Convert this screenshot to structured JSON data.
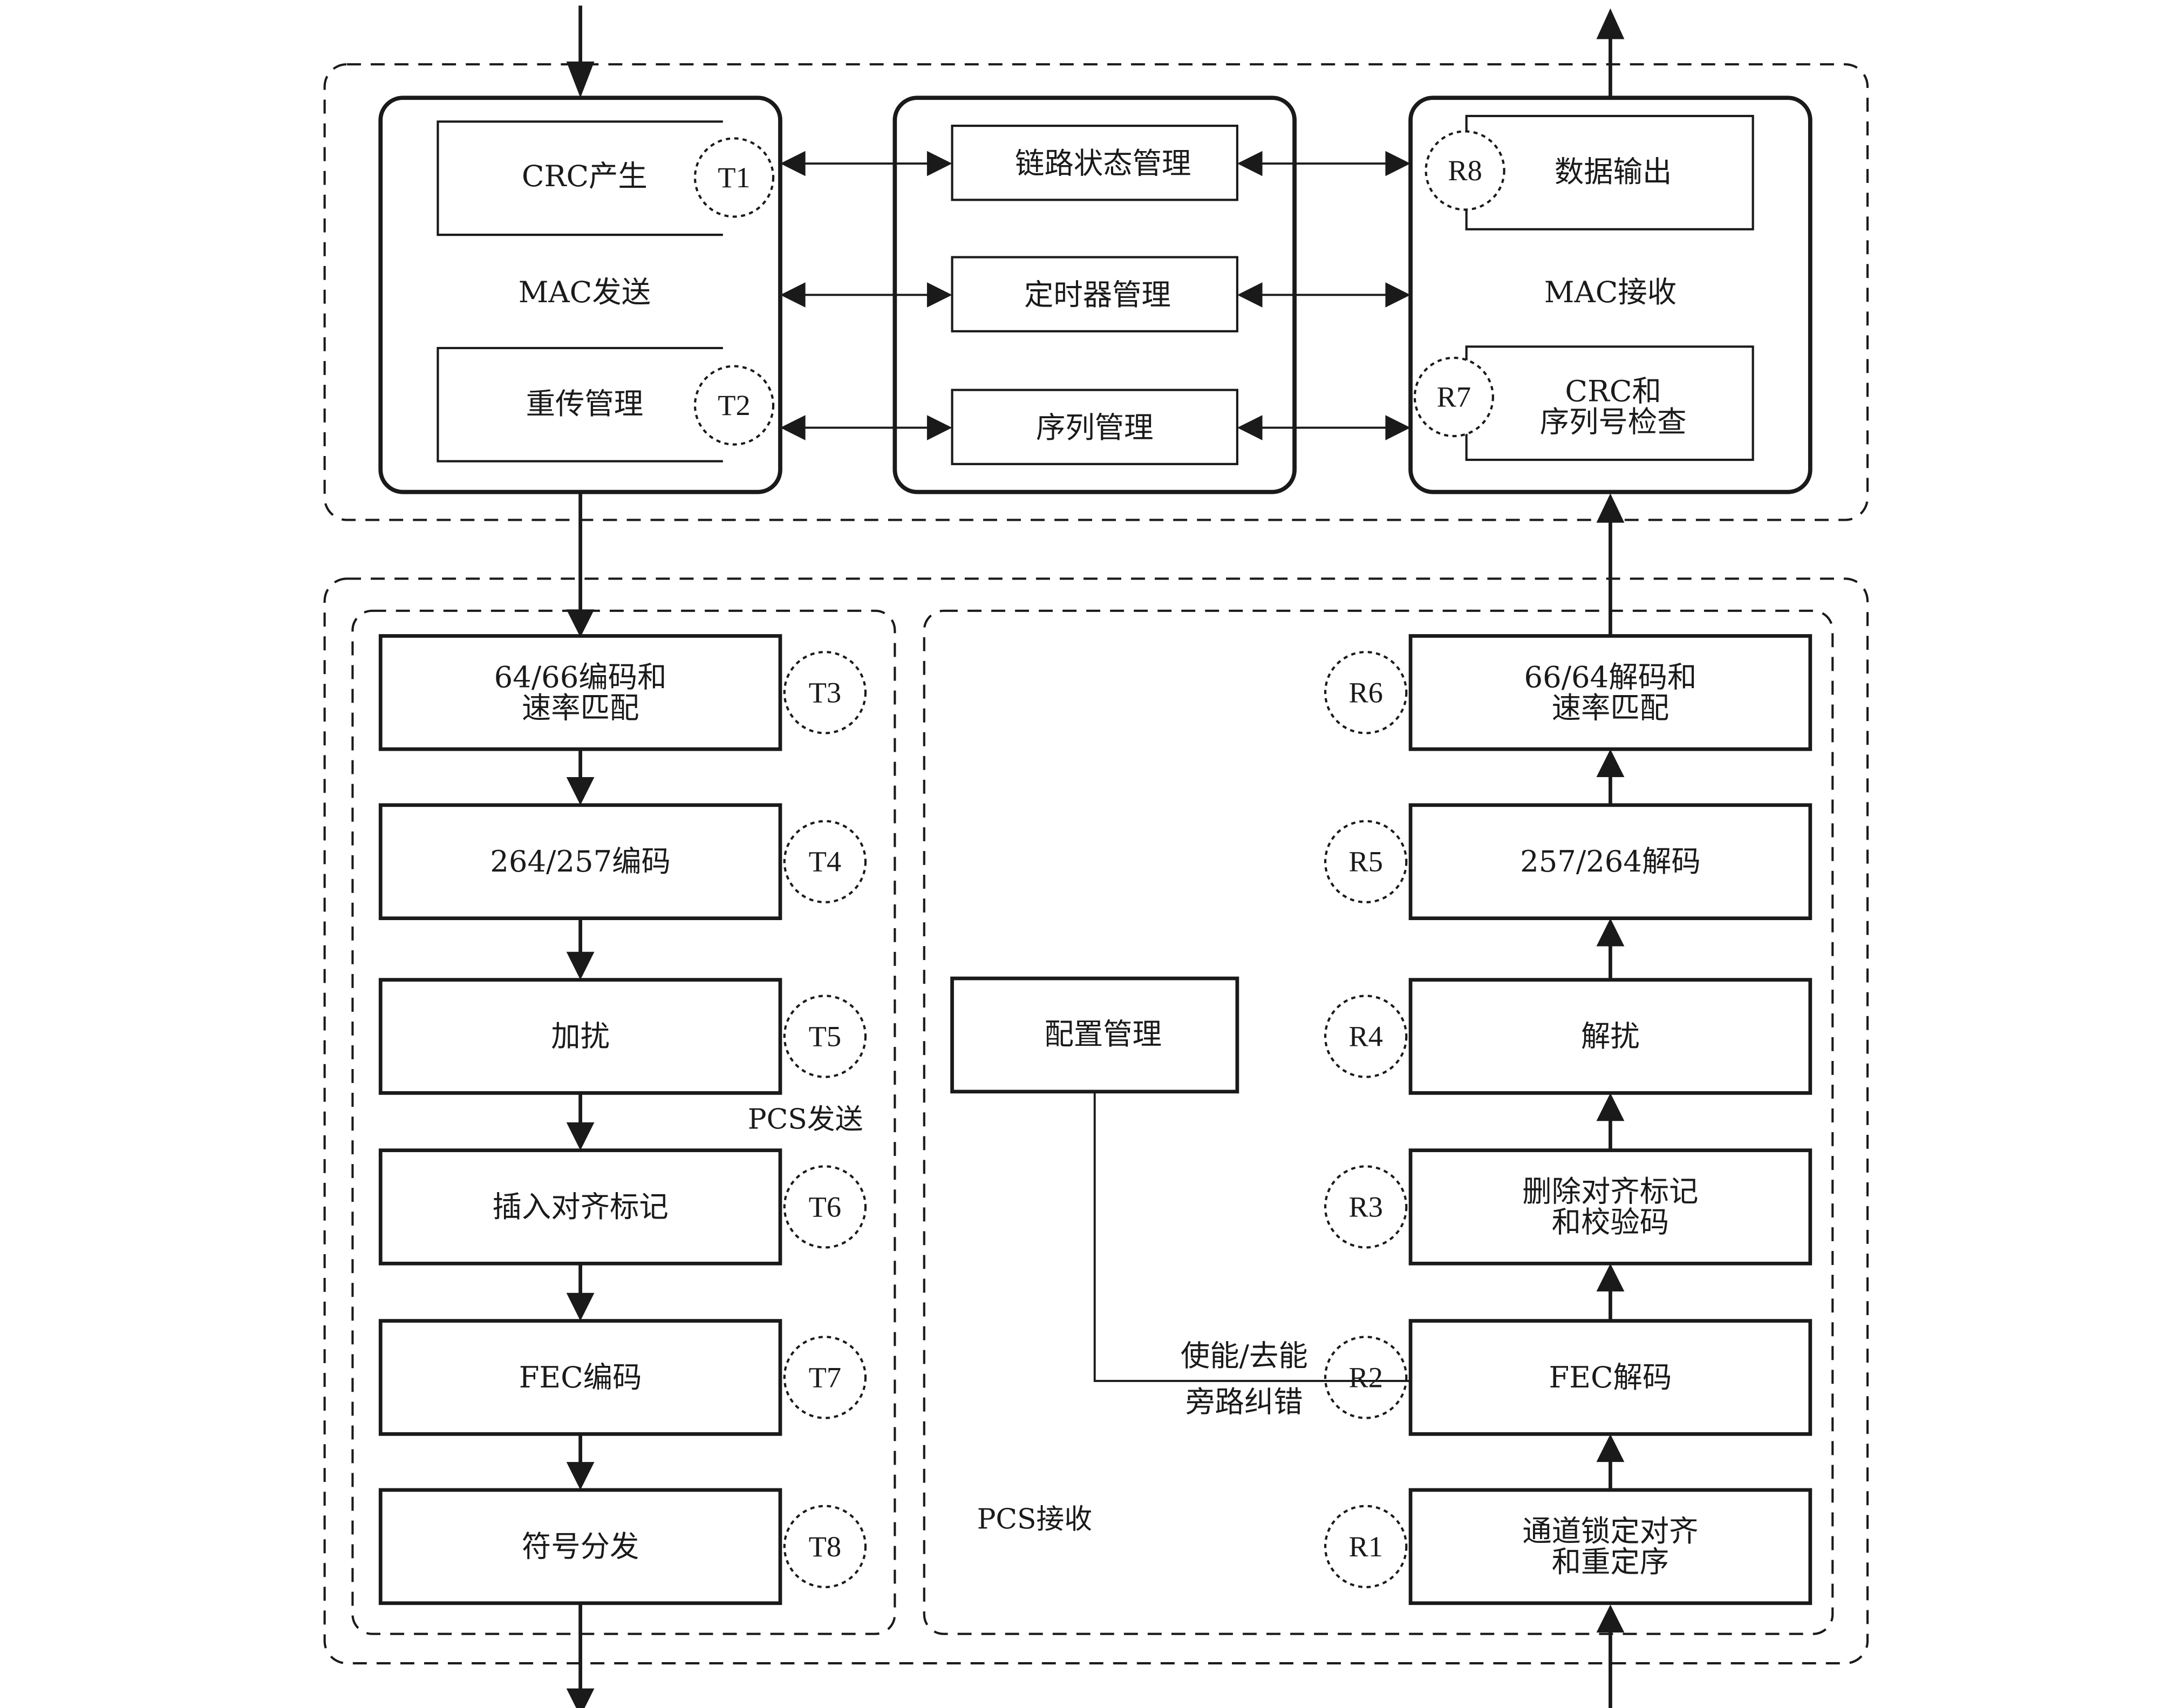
{
  "diagram": {
    "mac_section": {
      "mac_tx": {
        "title": "MAC发送",
        "crc_gen": {
          "label": "CRC产生",
          "tag": "T1"
        },
        "retx_mgmt": {
          "label": "重传管理",
          "tag": "T2"
        }
      },
      "mgmt": {
        "link_state": "链路状态管理",
        "timer": "定时器管理",
        "sequence": "序列管理"
      },
      "mac_rx": {
        "title": "MAC接收",
        "data_out": {
          "label": "数据输出",
          "tag": "R8"
        },
        "crc_check": {
          "line1": "CRC和",
          "line2": "序列号检查",
          "tag": "R7"
        }
      }
    },
    "pcs_tx": {
      "title": "PCS发送",
      "blocks": [
        {
          "line1": "64/66编码和",
          "line2": "速率匹配",
          "tag": "T3"
        },
        {
          "line1": "264/257编码",
          "line2": "",
          "tag": "T4"
        },
        {
          "line1": "加扰",
          "line2": "",
          "tag": "T5"
        },
        {
          "line1": "插入对齐标记",
          "line2": "",
          "tag": "T6"
        },
        {
          "line1": "FEC编码",
          "line2": "",
          "tag": "T7"
        },
        {
          "line1": "符号分发",
          "line2": "",
          "tag": "T8"
        }
      ]
    },
    "pcs_rx": {
      "title": "PCS接收",
      "config": "配置管理",
      "control_label_top": "使能/去能",
      "control_label_bottom": "旁路纠错",
      "blocks": [
        {
          "line1": "66/64解码和",
          "line2": "速率匹配",
          "tag": "R6"
        },
        {
          "line1": "257/264解码",
          "line2": "",
          "tag": "R5"
        },
        {
          "line1": "解扰",
          "line2": "",
          "tag": "R4"
        },
        {
          "line1": "删除对齐标记",
          "line2": "和校验码",
          "tag": "R3"
        },
        {
          "line1": "FEC解码",
          "line2": "",
          "tag": "R2"
        },
        {
          "line1": "通道锁定对齐",
          "line2": "和重定序",
          "tag": "R1"
        }
      ]
    }
  }
}
